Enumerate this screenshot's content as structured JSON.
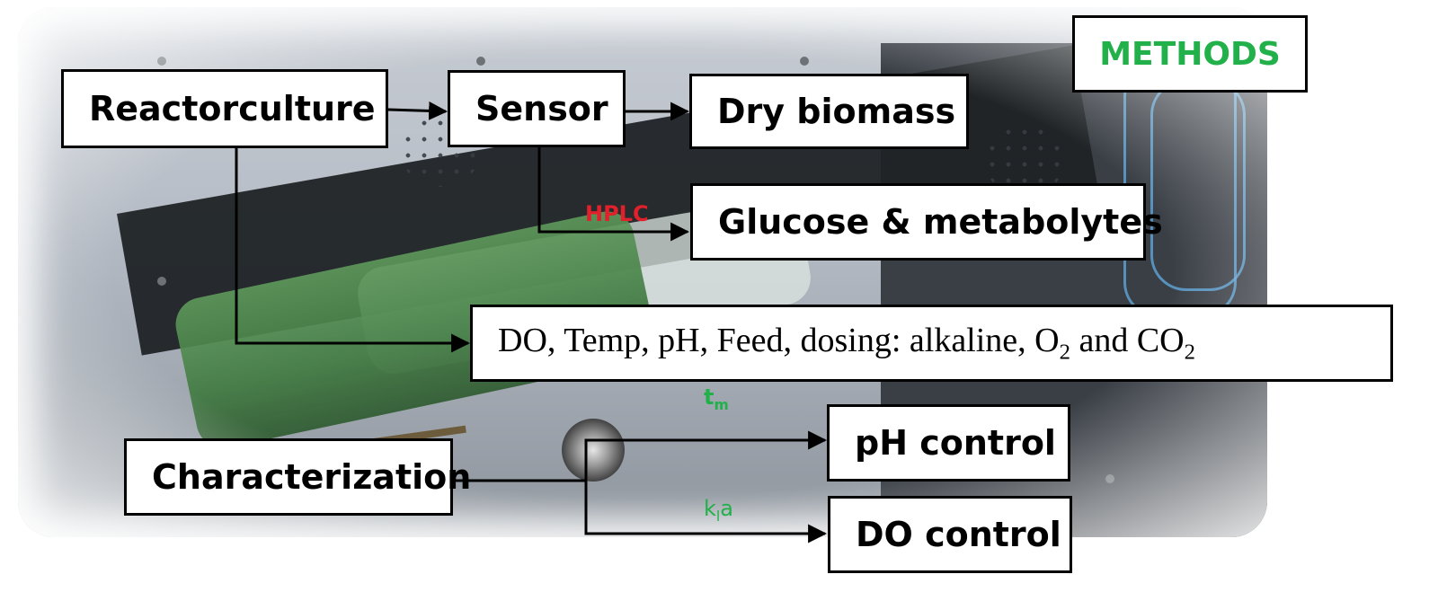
{
  "boxes": {
    "methods": "METHODS",
    "reactorculture": "Reactorculture",
    "sensor": "Sensor",
    "dry_biomass": "Dry biomass",
    "glucose": "Glucose & metabolytes",
    "characterization": "Characterization",
    "ph_control": "pH control",
    "do_control": "DO control",
    "dosing": {
      "prefix": "DO, Temp, pH, Feed, dosing: alkaline, O",
      "o2_sub": "2",
      "middle": " and CO",
      "co2_sub": "2"
    }
  },
  "edge_labels": {
    "hplc": "HPLC",
    "tm_main": "t",
    "tm_sub": "m",
    "kla_k": "k",
    "kla_sub": "l",
    "kla_a": "a"
  },
  "colors": {
    "methods": "#22b04a",
    "hplc": "#e0202a",
    "green_label": "#22b04a",
    "arrow": "#000000"
  }
}
